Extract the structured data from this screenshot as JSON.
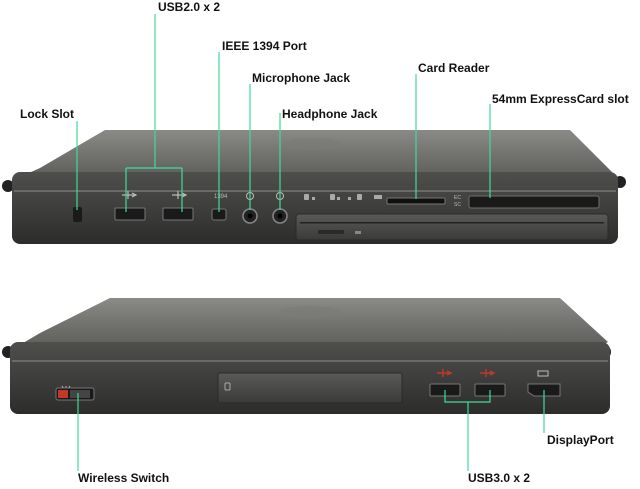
{
  "callouts": {
    "top": {
      "lock_slot": "Lock Slot",
      "usb2": "USB2.0 x 2",
      "ieee1394": "IEEE 1394 Port",
      "microphone": "Microphone Jack",
      "headphone": "Headphone Jack",
      "card_reader": "Card Reader",
      "expresscard": "54mm ExpressCard slot"
    },
    "bottom": {
      "wireless_switch": "Wireless Switch",
      "usb3": "USB3.0 x 2",
      "displayport": "DisplayPort"
    }
  },
  "colors": {
    "callout_line": "#3fdc9a",
    "laptop_body": "#5a5a58",
    "bezel": "#3a3a38",
    "port": "#1a1a1a",
    "usb3_accent": "#c0392b"
  },
  "icons": {
    "usb": "usb-icon",
    "firewire": "firewire-icon",
    "mic": "microphone-icon",
    "headphone": "headphone-icon",
    "wireless": "wireless-icon",
    "displayport": "displayport-icon",
    "drive": "drive-icon"
  }
}
